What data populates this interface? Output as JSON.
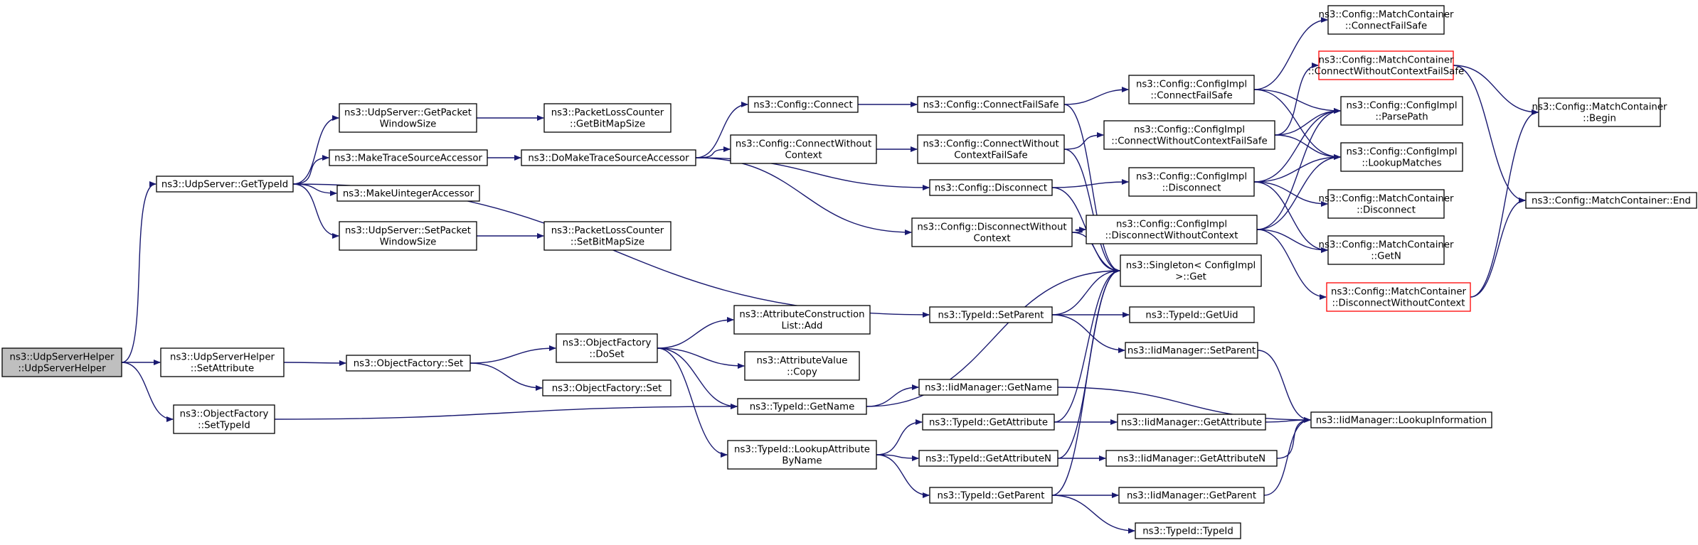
{
  "diagram": {
    "nodes": [
      {
        "id": "n0",
        "lines": [
          "ns3::UdpServerHelper",
          "::UdpServerHelper"
        ],
        "style": "root"
      },
      {
        "id": "n1",
        "lines": [
          "ns3::UdpServer::GetTypeId"
        ]
      },
      {
        "id": "n2",
        "lines": [
          "ns3::UdpServer::GetPacket",
          "WindowSize"
        ]
      },
      {
        "id": "n3",
        "lines": [
          "ns3::PacketLossCounter",
          "::GetBitMapSize"
        ]
      },
      {
        "id": "n4",
        "lines": [
          "ns3::MakeTraceSourceAccessor"
        ]
      },
      {
        "id": "n5",
        "lines": [
          "ns3::DoMakeTraceSourceAccessor"
        ]
      },
      {
        "id": "n6",
        "lines": [
          "ns3::Config::Connect"
        ]
      },
      {
        "id": "n7",
        "lines": [
          "ns3::Config::ConnectFailSafe"
        ]
      },
      {
        "id": "n8",
        "lines": [
          "ns3::Config::ConfigImpl",
          "::ConnectFailSafe"
        ]
      },
      {
        "id": "n9",
        "lines": [
          "ns3::Config::MatchContainer",
          "::ConnectFailSafe"
        ]
      },
      {
        "id": "n10",
        "lines": [
          "ns3::Config::ConfigImpl",
          "::ParsePath"
        ]
      },
      {
        "id": "n11",
        "lines": [
          "ns3::Config::ConfigImpl",
          "::LookupMatches"
        ]
      },
      {
        "id": "n12",
        "lines": [
          "ns3::Config::MatchContainer",
          "::ConnectWithoutContextFailSafe"
        ],
        "style": "red"
      },
      {
        "id": "n13",
        "lines": [
          "ns3::Config::MatchContainer",
          "::Begin"
        ]
      },
      {
        "id": "n14",
        "lines": [
          "ns3::Config::MatchContainer::End"
        ]
      },
      {
        "id": "n15",
        "lines": [
          "ns3::Config::ConnectWithout",
          "Context"
        ]
      },
      {
        "id": "n16",
        "lines": [
          "ns3::Config::ConnectWithout",
          "ContextFailSafe"
        ]
      },
      {
        "id": "n17",
        "lines": [
          "ns3::Config::ConfigImpl",
          "::ConnectWithoutContextFailSafe"
        ]
      },
      {
        "id": "n18",
        "lines": [
          "ns3::Singleton< ConfigImpl",
          " >::Get"
        ]
      },
      {
        "id": "n19",
        "lines": [
          "ns3::Config::Disconnect"
        ]
      },
      {
        "id": "n20",
        "lines": [
          "ns3::Config::ConfigImpl",
          "::Disconnect"
        ]
      },
      {
        "id": "n21",
        "lines": [
          "ns3::Config::MatchContainer",
          "::Disconnect"
        ]
      },
      {
        "id": "n22",
        "lines": [
          "ns3::Config::MatchContainer",
          "::GetN"
        ]
      },
      {
        "id": "n23",
        "lines": [
          "ns3::Config::DisconnectWithout",
          "Context"
        ]
      },
      {
        "id": "n24",
        "lines": [
          "ns3::Config::ConfigImpl",
          "::DisconnectWithoutContext"
        ]
      },
      {
        "id": "n25",
        "lines": [
          "ns3::Config::MatchContainer",
          "::DisconnectWithoutContext"
        ],
        "style": "red"
      },
      {
        "id": "n26",
        "lines": [
          "ns3::MakeUintegerAccessor"
        ]
      },
      {
        "id": "n27",
        "lines": [
          "ns3::UdpServer::SetPacket",
          "WindowSize"
        ]
      },
      {
        "id": "n28",
        "lines": [
          "ns3::PacketLossCounter",
          "::SetBitMapSize"
        ]
      },
      {
        "id": "n29",
        "lines": [
          "ns3::TypeId::SetParent"
        ]
      },
      {
        "id": "n30",
        "lines": [
          "ns3::TypeId::GetUid"
        ]
      },
      {
        "id": "n31",
        "lines": [
          "ns3::IidManager::SetParent"
        ]
      },
      {
        "id": "n32",
        "lines": [
          "ns3::IidManager::LookupInformation"
        ]
      },
      {
        "id": "n33",
        "lines": [
          "ns3::UdpServerHelper",
          "::SetAttribute"
        ]
      },
      {
        "id": "n34",
        "lines": [
          "ns3::ObjectFactory::Set"
        ]
      },
      {
        "id": "n35",
        "lines": [
          "ns3::ObjectFactory",
          "::DoSet"
        ]
      },
      {
        "id": "n36",
        "lines": [
          "ns3::AttributeConstruction",
          "List::Add"
        ]
      },
      {
        "id": "n37",
        "lines": [
          "ns3::AttributeValue",
          "::Copy"
        ]
      },
      {
        "id": "n38",
        "lines": [
          "ns3::TypeId::GetName"
        ]
      },
      {
        "id": "n39",
        "lines": [
          "ns3::IidManager::GetName"
        ]
      },
      {
        "id": "n40",
        "lines": [
          "ns3::TypeId::LookupAttribute",
          "ByName"
        ]
      },
      {
        "id": "n41",
        "lines": [
          "ns3::TypeId::GetAttribute"
        ]
      },
      {
        "id": "n42",
        "lines": [
          "ns3::IidManager::GetAttribute"
        ]
      },
      {
        "id": "n43",
        "lines": [
          "ns3::TypeId::GetAttributeN"
        ]
      },
      {
        "id": "n44",
        "lines": [
          "ns3::IidManager::GetAttributeN"
        ]
      },
      {
        "id": "n45",
        "lines": [
          "ns3::TypeId::GetParent"
        ]
      },
      {
        "id": "n46",
        "lines": [
          "ns3::IidManager::GetParent"
        ]
      },
      {
        "id": "n47",
        "lines": [
          "ns3::TypeId::TypeId"
        ]
      },
      {
        "id": "n48",
        "lines": [
          "ns3::ObjectFactory::Set"
        ]
      },
      {
        "id": "n49",
        "lines": [
          "ns3::ObjectFactory",
          "::SetTypeId"
        ]
      }
    ],
    "edges": [
      [
        "n0",
        "n1"
      ],
      [
        "n0",
        "n33"
      ],
      [
        "n0",
        "n49"
      ],
      [
        "n1",
        "n2"
      ],
      [
        "n1",
        "n4"
      ],
      [
        "n1",
        "n26"
      ],
      [
        "n1",
        "n27"
      ],
      [
        "n1",
        "n29"
      ],
      [
        "n2",
        "n3"
      ],
      [
        "n4",
        "n5"
      ],
      [
        "n5",
        "n6"
      ],
      [
        "n5",
        "n15"
      ],
      [
        "n5",
        "n19"
      ],
      [
        "n5",
        "n23"
      ],
      [
        "n6",
        "n7"
      ],
      [
        "n7",
        "n8"
      ],
      [
        "n7",
        "n18"
      ],
      [
        "n8",
        "n9"
      ],
      [
        "n8",
        "n10"
      ],
      [
        "n8",
        "n11"
      ],
      [
        "n15",
        "n16"
      ],
      [
        "n16",
        "n17"
      ],
      [
        "n16",
        "n18"
      ],
      [
        "n17",
        "n12"
      ],
      [
        "n17",
        "n10"
      ],
      [
        "n17",
        "n11"
      ],
      [
        "n12",
        "n13"
      ],
      [
        "n12",
        "n14"
      ],
      [
        "n19",
        "n20"
      ],
      [
        "n19",
        "n18"
      ],
      [
        "n20",
        "n10"
      ],
      [
        "n20",
        "n11"
      ],
      [
        "n20",
        "n21"
      ],
      [
        "n20",
        "n22"
      ],
      [
        "n23",
        "n24"
      ],
      [
        "n23",
        "n18"
      ],
      [
        "n24",
        "n10"
      ],
      [
        "n24",
        "n11"
      ],
      [
        "n24",
        "n22"
      ],
      [
        "n24",
        "n25"
      ],
      [
        "n25",
        "n13"
      ],
      [
        "n25",
        "n14"
      ],
      [
        "n27",
        "n28"
      ],
      [
        "n29",
        "n18"
      ],
      [
        "n29",
        "n30"
      ],
      [
        "n29",
        "n31"
      ],
      [
        "n31",
        "n32"
      ],
      [
        "n33",
        "n34"
      ],
      [
        "n34",
        "n35"
      ],
      [
        "n34",
        "n48"
      ],
      [
        "n35",
        "n36"
      ],
      [
        "n35",
        "n37"
      ],
      [
        "n35",
        "n38"
      ],
      [
        "n35",
        "n40"
      ],
      [
        "n38",
        "n39"
      ],
      [
        "n38",
        "n18"
      ],
      [
        "n39",
        "n32"
      ],
      [
        "n40",
        "n41"
      ],
      [
        "n40",
        "n43"
      ],
      [
        "n40",
        "n45"
      ],
      [
        "n41",
        "n42"
      ],
      [
        "n41",
        "n18"
      ],
      [
        "n42",
        "n32"
      ],
      [
        "n43",
        "n44"
      ],
      [
        "n43",
        "n18"
      ],
      [
        "n44",
        "n32"
      ],
      [
        "n45",
        "n46"
      ],
      [
        "n45",
        "n47"
      ],
      [
        "n45",
        "n18"
      ],
      [
        "n46",
        "n32"
      ],
      [
        "n49",
        "n38"
      ]
    ]
  }
}
